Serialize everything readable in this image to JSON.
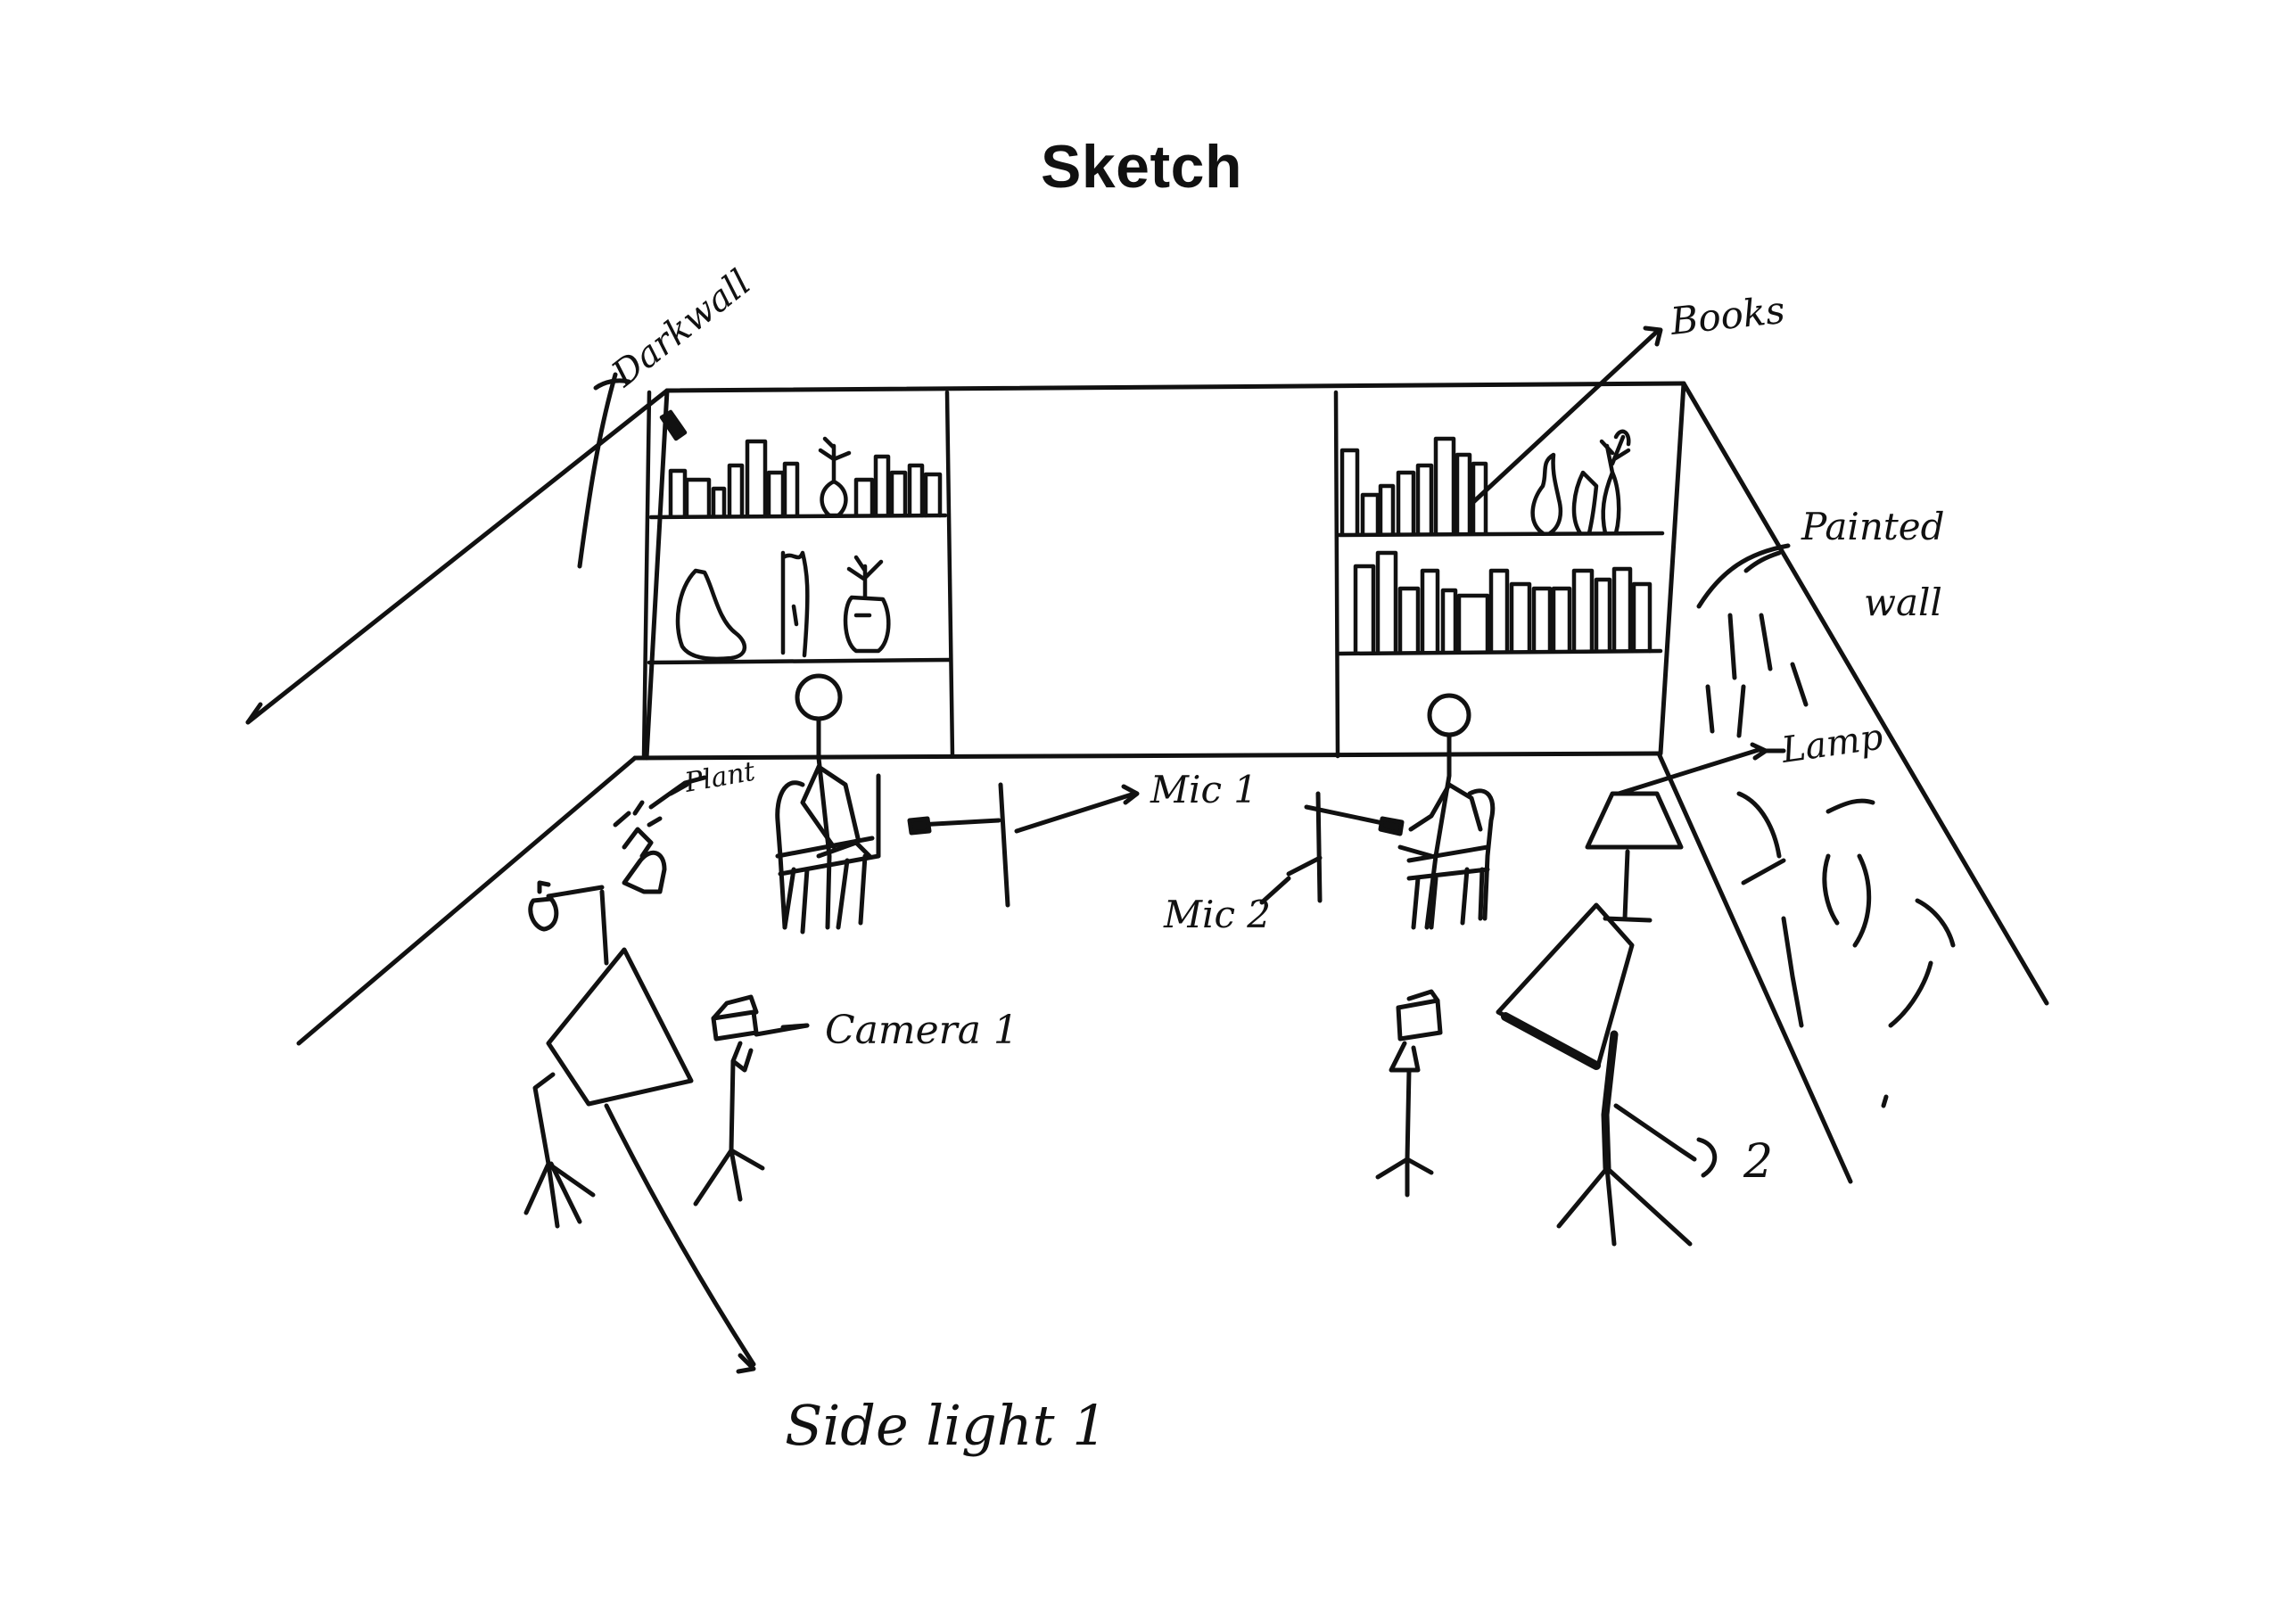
{
  "title": "Sketch",
  "labels": {
    "dark_wall": "Darkwall",
    "books": "Books",
    "painted_wall_line1": "Painted",
    "painted_wall_line2": "wall",
    "plant": "Plant",
    "mic1": "Mic 1",
    "mic2": "Mic 2",
    "lamp": "Lamp",
    "camera1": "Camera 1",
    "camera2": "2",
    "side_light1": "Side light 1"
  },
  "ink_color": "#111111"
}
